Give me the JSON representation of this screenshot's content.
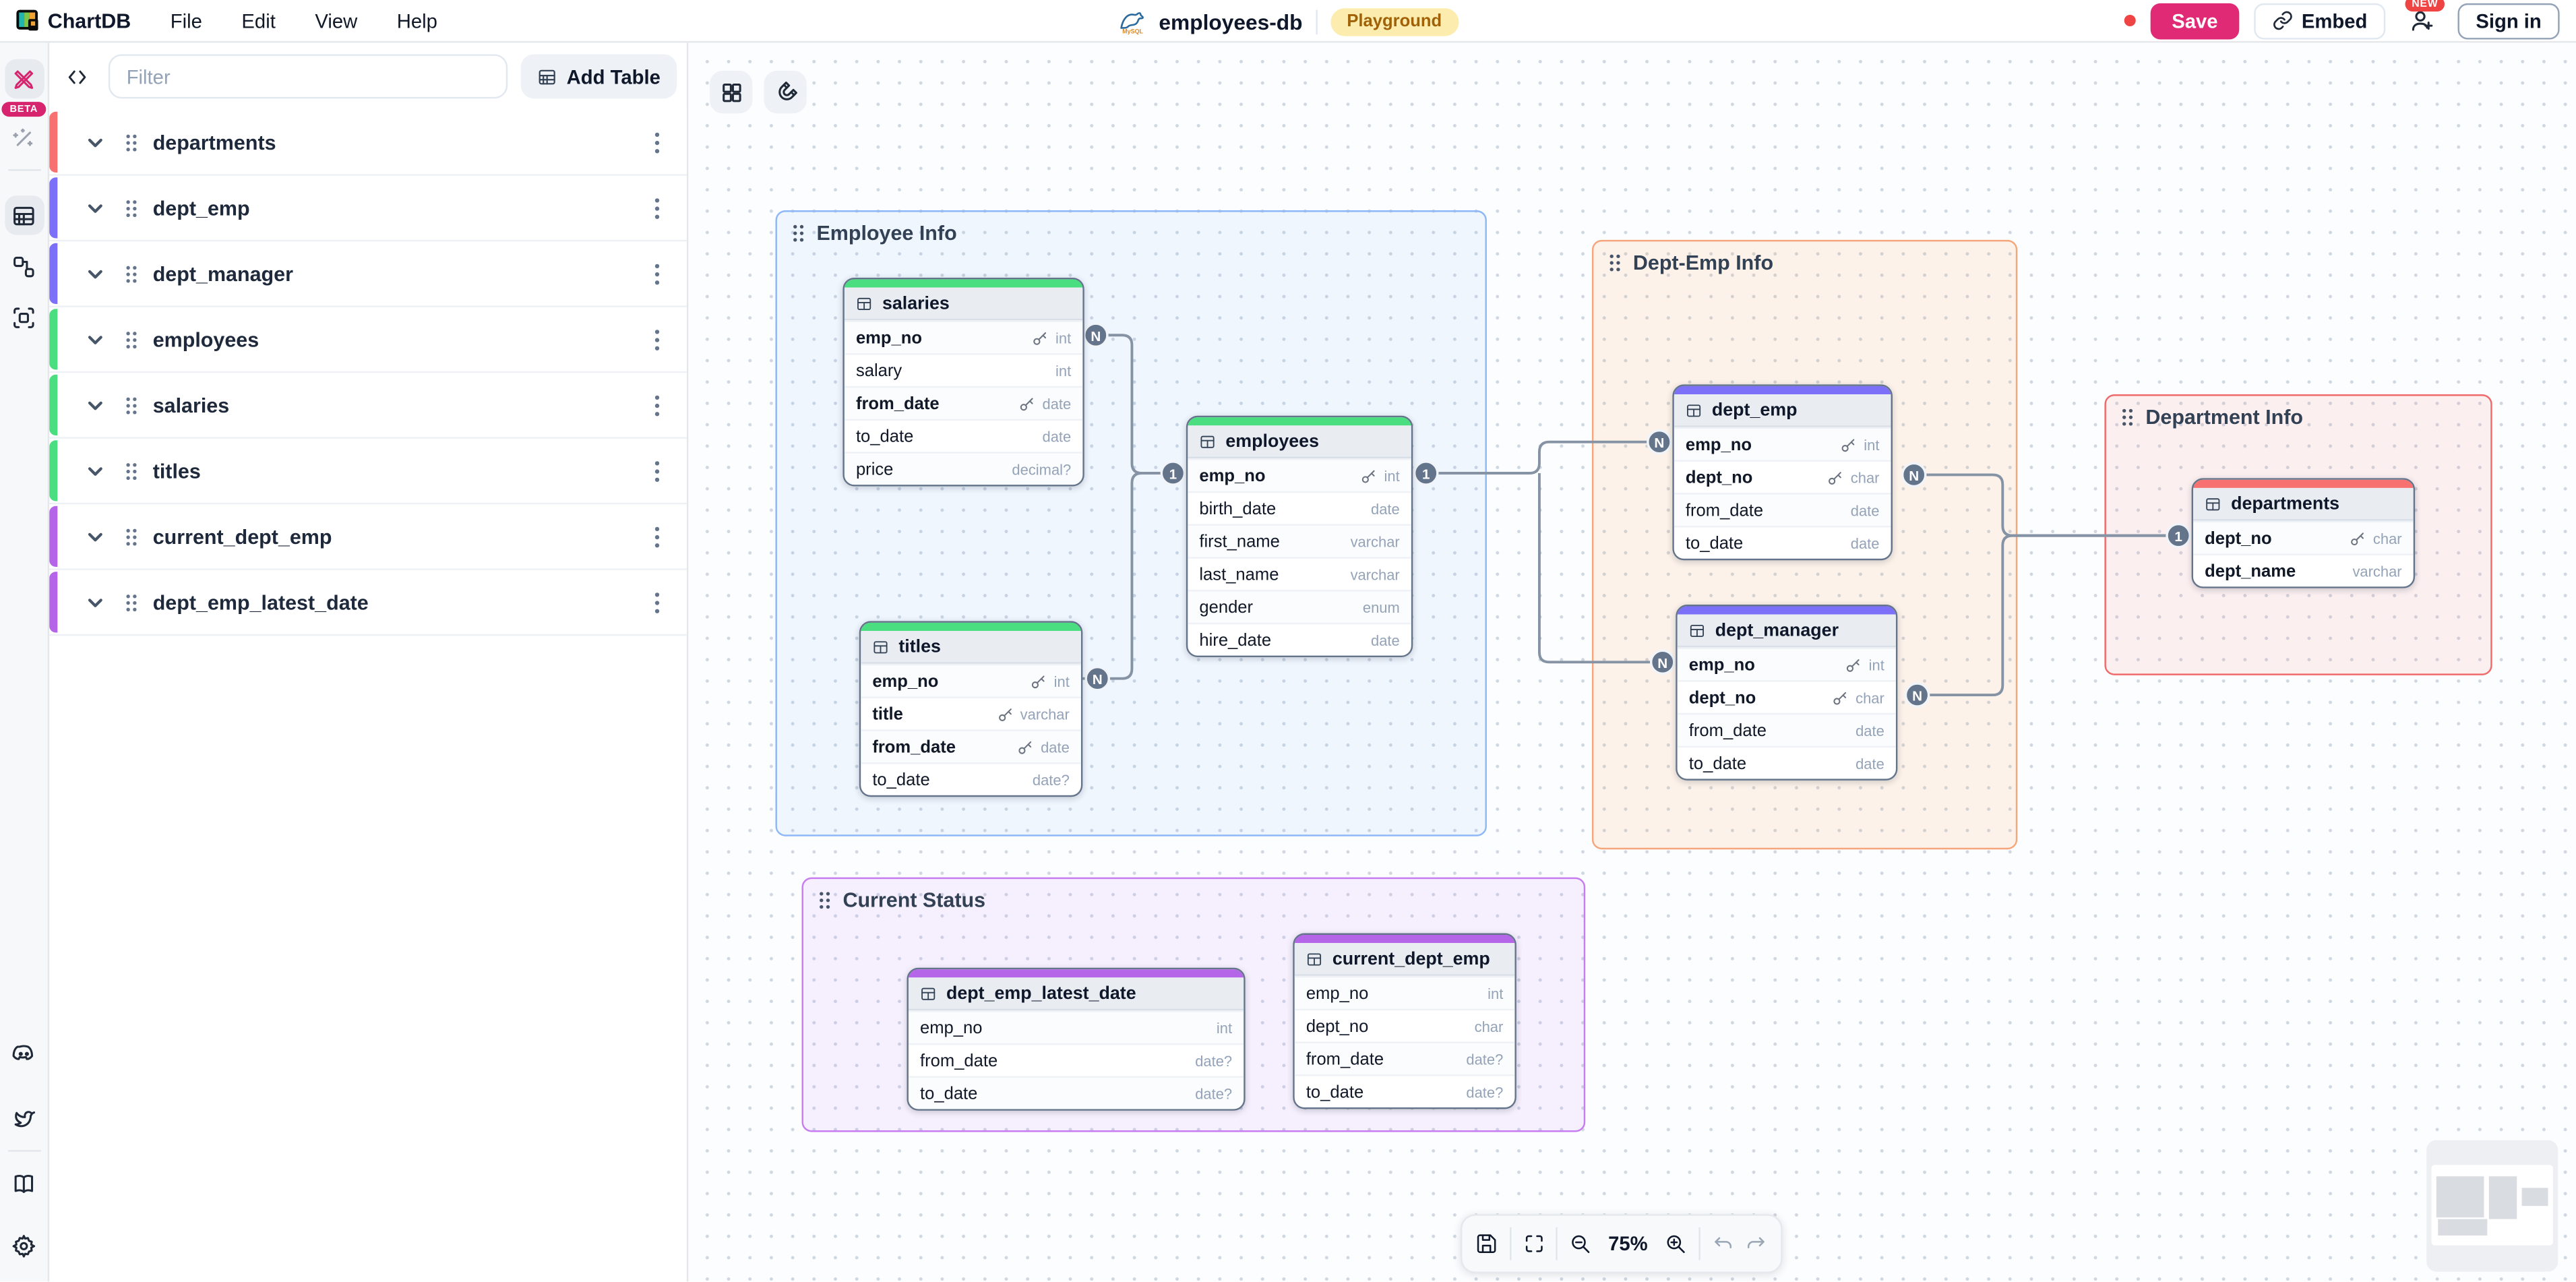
{
  "menu_bar": {
    "app_name": "ChartDB",
    "menus": [
      "File",
      "Edit",
      "View",
      "Help"
    ],
    "diagram": {
      "name": "employees-db",
      "db_type_icon": "mysql-icon",
      "badge": "Playground"
    },
    "actions": {
      "save": "Save",
      "embed": "Embed",
      "new_badge": "NEW",
      "sign_in": "Sign in"
    }
  },
  "icon_strip": {
    "beta_label": "BETA",
    "icons": [
      "crossed-pencils-icon",
      "magic-wand-icon",
      "tables-icon",
      "relationships-icon",
      "areas-icon",
      "discord-icon",
      "twitter-icon",
      "docs-book-icon",
      "settings-gear-icon"
    ]
  },
  "sidebar": {
    "filter_placeholder": "Filter",
    "add_table_label": "Add Table",
    "tables": [
      {
        "name": "departments",
        "color": "#f87171"
      },
      {
        "name": "dept_emp",
        "color": "#7b70f7"
      },
      {
        "name": "dept_manager",
        "color": "#7b70f7"
      },
      {
        "name": "employees",
        "color": "#4ade80"
      },
      {
        "name": "salaries",
        "color": "#4ade80"
      },
      {
        "name": "titles",
        "color": "#4ade80"
      },
      {
        "name": "current_dept_emp",
        "color": "#b465e8"
      },
      {
        "name": "dept_emp_latest_date",
        "color": "#b465e8"
      }
    ]
  },
  "canvas": {
    "areas": [
      {
        "name": "Employee Info",
        "color": "#8db8f8"
      },
      {
        "name": "Dept-Emp Info",
        "color": "#f5a67c"
      },
      {
        "name": "Department Info",
        "color": "#ef6b6b"
      },
      {
        "name": "Current Status",
        "color": "#c77df0"
      }
    ],
    "tables": [
      {
        "name": "salaries",
        "color": "#4ade80",
        "fields": [
          {
            "name": "emp_no",
            "type": "int",
            "pk": true
          },
          {
            "name": "salary",
            "type": "int",
            "pk": false
          },
          {
            "name": "from_date",
            "type": "date",
            "pk": true
          },
          {
            "name": "to_date",
            "type": "date",
            "pk": false
          },
          {
            "name": "price",
            "type": "decimal?",
            "pk": false
          }
        ]
      },
      {
        "name": "employees",
        "color": "#4ade80",
        "fields": [
          {
            "name": "emp_no",
            "type": "int",
            "pk": true
          },
          {
            "name": "birth_date",
            "type": "date",
            "pk": false
          },
          {
            "name": "first_name",
            "type": "varchar",
            "pk": false
          },
          {
            "name": "last_name",
            "type": "varchar",
            "pk": false
          },
          {
            "name": "gender",
            "type": "enum",
            "pk": false
          },
          {
            "name": "hire_date",
            "type": "date",
            "pk": false
          }
        ]
      },
      {
        "name": "titles",
        "color": "#4ade80",
        "fields": [
          {
            "name": "emp_no",
            "type": "int",
            "pk": true
          },
          {
            "name": "title",
            "type": "varchar",
            "pk": true
          },
          {
            "name": "from_date",
            "type": "date",
            "pk": true
          },
          {
            "name": "to_date",
            "type": "date?",
            "pk": false
          }
        ]
      },
      {
        "name": "dept_emp",
        "color": "#7b70f7",
        "fields": [
          {
            "name": "emp_no",
            "type": "int",
            "pk": true
          },
          {
            "name": "dept_no",
            "type": "char",
            "pk": true
          },
          {
            "name": "from_date",
            "type": "date",
            "pk": false
          },
          {
            "name": "to_date",
            "type": "date",
            "pk": false
          }
        ]
      },
      {
        "name": "dept_manager",
        "color": "#7b70f7",
        "fields": [
          {
            "name": "emp_no",
            "type": "int",
            "pk": true
          },
          {
            "name": "dept_no",
            "type": "char",
            "pk": true
          },
          {
            "name": "from_date",
            "type": "date",
            "pk": false
          },
          {
            "name": "to_date",
            "type": "date",
            "pk": false
          }
        ]
      },
      {
        "name": "departments",
        "color": "#f87171",
        "fields": [
          {
            "name": "dept_no",
            "type": "char",
            "pk": true
          },
          {
            "name": "dept_name",
            "type": "varchar",
            "pk": false
          }
        ]
      },
      {
        "name": "dept_emp_latest_date",
        "color": "#b465e8",
        "fields": [
          {
            "name": "emp_no",
            "type": "int",
            "pk": false
          },
          {
            "name": "from_date",
            "type": "date?",
            "pk": false
          },
          {
            "name": "to_date",
            "type": "date?",
            "pk": false
          }
        ]
      },
      {
        "name": "current_dept_emp",
        "color": "#b465e8",
        "fields": [
          {
            "name": "emp_no",
            "type": "int",
            "pk": false
          },
          {
            "name": "dept_no",
            "type": "char",
            "pk": false
          },
          {
            "name": "from_date",
            "type": "date?",
            "pk": false
          },
          {
            "name": "to_date",
            "type": "date?",
            "pk": false
          }
        ]
      }
    ],
    "relationships": [
      {
        "from": "salaries.emp_no",
        "from_card": "N",
        "to": "employees.emp_no",
        "to_card": "1"
      },
      {
        "from": "titles.emp_no",
        "from_card": "N",
        "to": "employees.emp_no",
        "to_card": "1"
      },
      {
        "from": "dept_emp.emp_no",
        "from_card": "N",
        "to": "employees.emp_no",
        "to_card": "1"
      },
      {
        "from": "dept_manager.emp_no",
        "from_card": "N",
        "to": "employees.emp_no",
        "to_card": "1"
      },
      {
        "from": "dept_emp.dept_no",
        "from_card": "N",
        "to": "departments.dept_no",
        "to_card": "1"
      },
      {
        "from": "dept_manager.dept_no",
        "from_card": "N",
        "to": "departments.dept_no",
        "to_card": "1"
      }
    ],
    "cardinality": {
      "one": "1",
      "many": "N"
    }
  },
  "toolbar": {
    "zoom_level": "75%",
    "icons": [
      "save-diagram-icon",
      "fit-view-icon",
      "zoom-out-icon",
      "zoom-in-icon",
      "undo-icon",
      "redo-icon"
    ]
  },
  "colors": {
    "accent_pink": "#e12a75",
    "badge_yellow_bg": "#fcedae",
    "badge_yellow_text": "#a16207",
    "edge_gray": "#8593a5",
    "cardinality_badge": "#64748b"
  }
}
